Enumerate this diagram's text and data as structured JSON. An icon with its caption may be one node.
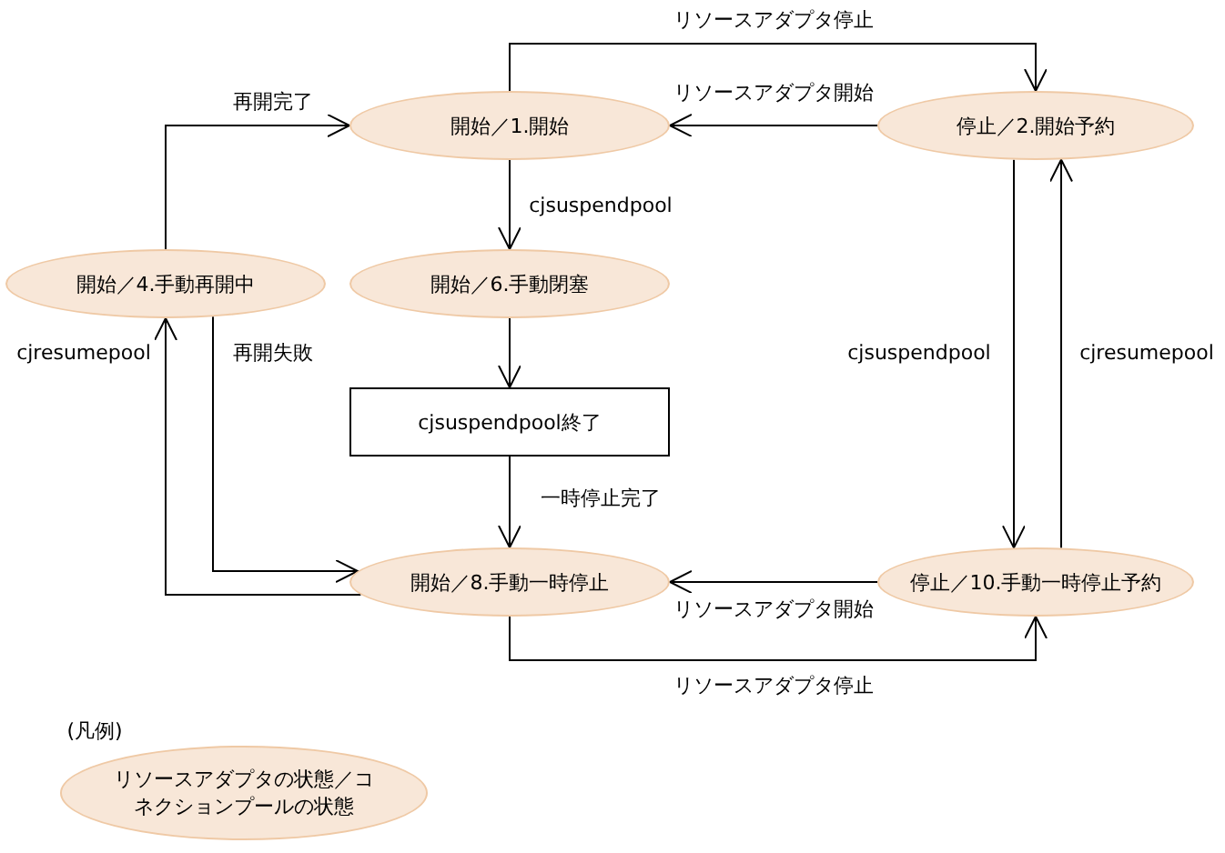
{
  "diagram": {
    "nodes": [
      {
        "text": [
          "開始／1.開始"
        ]
      },
      {
        "text": [
          "停止／2.開始予約"
        ]
      },
      {
        "text": [
          "開始／4.手動再開中"
        ]
      },
      {
        "text": [
          "開始／6.手動閉塞"
        ]
      },
      {
        "text": [
          "cjsuspendpool終了"
        ]
      },
      {
        "text": [
          "開始／8.手動一時停止"
        ]
      },
      {
        "text": [
          "停止／10.手動一時停止予約"
        ]
      },
      {
        "text": [
          "リソースアダプタの状態／コネクションプールの状態"
        ]
      }
    ],
    "edges": [
      {
        "from": 0,
        "to": 1,
        "arrow": "to",
        "label": "リソースアダプタ停止"
      },
      {
        "from": 1,
        "to": 0,
        "arrow": "to",
        "label": "リソースアダプタ開始"
      },
      {
        "from": 0,
        "to": 3,
        "arrow": "to",
        "label": "cjsuspendpool"
      },
      {
        "from": 3,
        "to": 4,
        "arrow": "to"
      },
      {
        "from": 4,
        "to": 5,
        "arrow": "to",
        "label": "一時停止完了"
      },
      {
        "from": 2,
        "to": 0,
        "arrow": "to",
        "label": "再開完了"
      },
      {
        "from": 2,
        "to": 5,
        "arrow": "to",
        "label": "再開失敗"
      },
      {
        "from": 5,
        "to": 2,
        "arrow": "to",
        "label": "cjresumepool"
      },
      {
        "from": 1,
        "to": 6,
        "arrow": "to",
        "label": "cjsuspendpool"
      },
      {
        "from": 6,
        "to": 1,
        "arrow": "to",
        "label": "cjresumepool"
      },
      {
        "from": 6,
        "to": 5,
        "arrow": "to",
        "label": "リソースアダプタ開始"
      },
      {
        "from": 5,
        "to": 6,
        "arrow": "to",
        "label": "リソースアダプタ停止"
      }
    ],
    "labels": [
      "(凡例)"
    ]
  }
}
